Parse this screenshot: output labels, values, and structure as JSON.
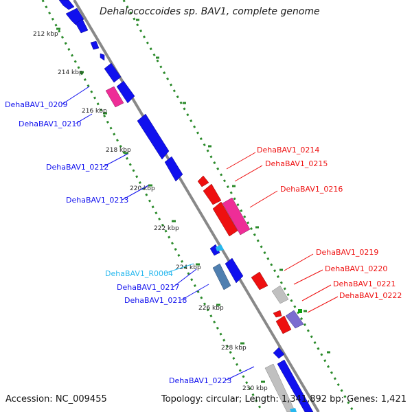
{
  "title": "Dehalococcoides sp. BAV1, complete genome",
  "footer": {
    "accession": "Accession: NC_009455",
    "summary": "Topology: circular; Length: 1,341,892 bp; Genes: 1,421"
  },
  "colors": {
    "background": "#ffffff",
    "backbone": "#888888",
    "tick_ring": "#2a8a2a",
    "reverse_strand_gene": "#1010ee",
    "forward_strand_gene": "#ee1010",
    "forward_strand_pink": "#ee2d97",
    "rna_gene": "#27b8ee",
    "pseudo_gray": "#c0c0c0",
    "purple_gene": "#7b6cd0",
    "steelblue_gene": "#4f7fb0"
  },
  "ticks": [
    {
      "label": "212 kbp"
    },
    {
      "label": "214 kbp"
    },
    {
      "label": "216 kbp"
    },
    {
      "label": "218 kbp"
    },
    {
      "label": "220 kbp"
    },
    {
      "label": "222 kbp"
    },
    {
      "label": "224 kbp"
    },
    {
      "label": "226 kbp"
    },
    {
      "label": "228 kbp"
    },
    {
      "label": "230 kbp"
    }
  ],
  "gene_labels": [
    {
      "name": "DehaBAV1_0209",
      "color": "#1010ee"
    },
    {
      "name": "DehaBAV1_0210",
      "color": "#1010ee"
    },
    {
      "name": "DehaBAV1_0212",
      "color": "#1010ee"
    },
    {
      "name": "DehaBAV1_0213",
      "color": "#1010ee"
    },
    {
      "name": "DehaBAV1_R0004",
      "color": "#27b8ee"
    },
    {
      "name": "DehaBAV1_0217",
      "color": "#1010ee"
    },
    {
      "name": "DehaBAV1_0218",
      "color": "#1010ee"
    },
    {
      "name": "DehaBAV1_0223",
      "color": "#1010ee"
    },
    {
      "name": "DehaBAV1_0214",
      "color": "#ee1010"
    },
    {
      "name": "DehaBAV1_0215",
      "color": "#ee1010"
    },
    {
      "name": "DehaBAV1_0216",
      "color": "#ee1010"
    },
    {
      "name": "DehaBAV1_0219",
      "color": "#ee1010"
    },
    {
      "name": "DehaBAV1_0220",
      "color": "#ee1010"
    },
    {
      "name": "DehaBAV1_0221",
      "color": "#ee1010"
    },
    {
      "name": "DehaBAV1_0222",
      "color": "#ee1010"
    }
  ]
}
